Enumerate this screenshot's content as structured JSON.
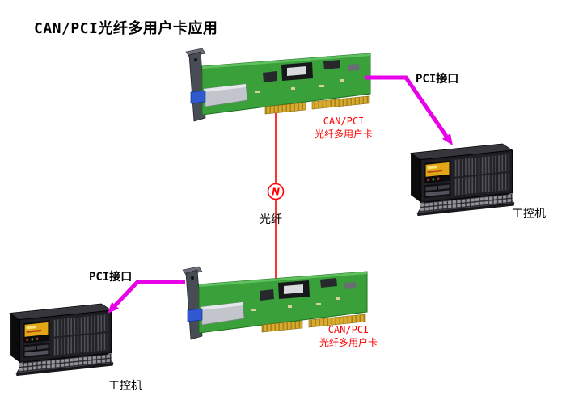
{
  "title": "CAN/PCI光纤多用户卡应用",
  "nodes": {
    "top_card": {
      "type": "pci-card",
      "label_line1": "CAN/PCI",
      "label_line2": "光纤多用户卡"
    },
    "bottom_card": {
      "type": "pci-card",
      "label_line1": "CAN/PCI",
      "label_line2": "光纤多用户卡"
    },
    "right_computer": {
      "type": "industrial-pc",
      "label": "工控机"
    },
    "left_computer": {
      "type": "industrial-pc",
      "label": "工控机"
    }
  },
  "connections": {
    "fiber": {
      "from": "top_card",
      "to": "bottom_card",
      "label": "光纤",
      "symbol": "N"
    },
    "top_pci": {
      "from": "top_card",
      "to": "right_computer",
      "label": "PCI接口"
    },
    "bottom_pci": {
      "from": "bottom_card",
      "to": "left_computer",
      "label": "PCI接口"
    }
  },
  "colors": {
    "bg": "#ffffff",
    "text_black": "#000000",
    "label_red": "#ff0000",
    "fiber_red": "#ff0000",
    "arrow_magenta": "#e800e8",
    "pcb_green": "#3aa03a"
  }
}
